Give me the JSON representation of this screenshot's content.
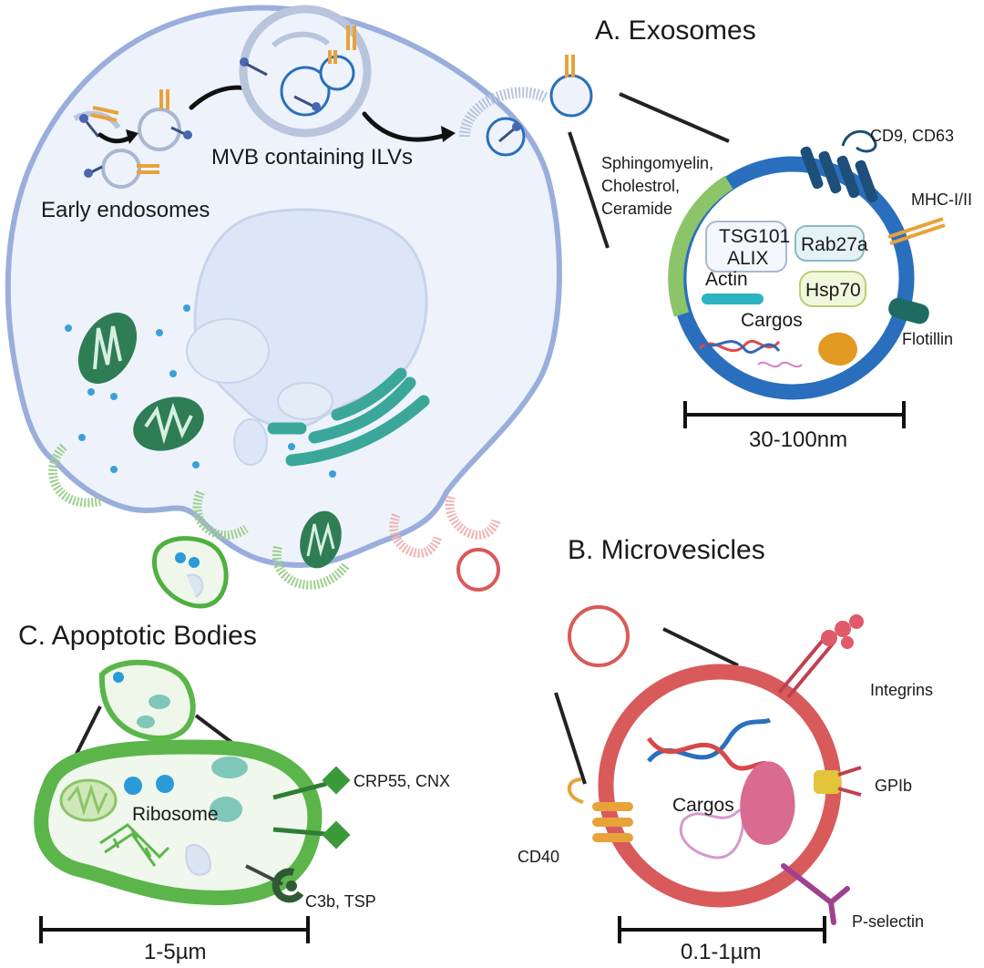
{
  "sections": {
    "exosomes": {
      "title": "A. Exosomes",
      "lipids": [
        "Sphingomyelin,",
        "Cholestrol,",
        "Ceramide"
      ],
      "markers": {
        "tetraspanins": "CD9, CD63",
        "mhc": "MHC-I/II",
        "flotillin": "Flotillin",
        "tsg101": "TSG101",
        "alix": "ALIX",
        "rab27a": "Rab27a",
        "actin": "Actin",
        "hsp70": "Hsp70",
        "cargos": "Cargos"
      },
      "scale": "30-100nm"
    },
    "microvesicles": {
      "title": "B. Microvesicles",
      "markers": {
        "integrins": "Integrins",
        "gpib": "GPIb",
        "cd40": "CD40",
        "pselectin": "P-selectin",
        "cargos": "Cargos"
      },
      "scale": "0.1-1µm"
    },
    "apoptotic": {
      "title": "C. Apoptotic Bodies",
      "markers": {
        "crp55": "CRP55, CNX",
        "c3b": "C3b, TSP",
        "ribosome": "Ribosome"
      },
      "scale": "1-5µm"
    }
  },
  "cell": {
    "early_endosomes": "Early endosomes",
    "mvb": "MVB containing ILVs"
  },
  "colors": {
    "membrane": "#9aaedc",
    "cytoplasm": "#eef3fb",
    "nucleus": "#dce6f6",
    "exosome_ring": "#2a6fbd",
    "lipid_arc": "#8cc46a",
    "microvesicle_ring": "#d95a5a",
    "apoptotic_ring": "#5bb54a",
    "golgi": "#3aa79a",
    "mitochondria": "#2f7d55",
    "receptor_orange": "#e8a23a",
    "tetraspanin_blue": "#1d4f7a"
  }
}
